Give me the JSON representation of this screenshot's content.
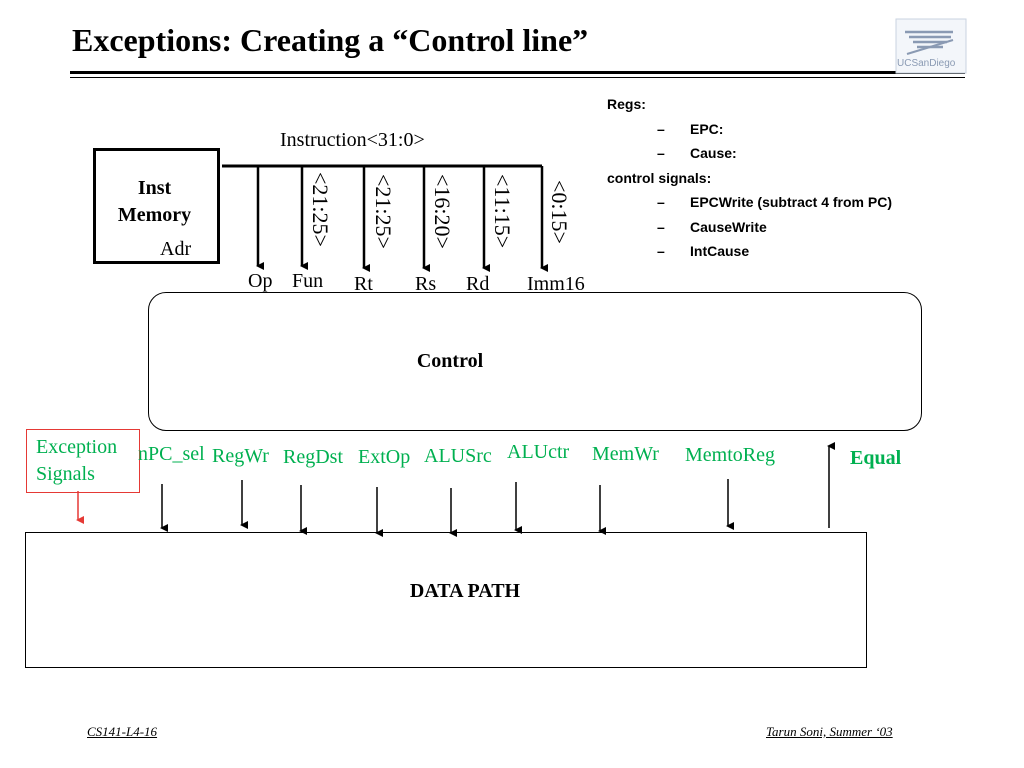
{
  "slide": {
    "title": "Exceptions: Creating a “Control line”",
    "logo_text": "UCSanDiego"
  },
  "notes": {
    "heading1": "Regs:",
    "regs": [
      "EPC:",
      "Cause:"
    ],
    "heading2": "control signals:",
    "signals": [
      "EPCWrite (subtract 4 from PC)",
      "CauseWrite",
      "IntCause"
    ],
    "dash": "–"
  },
  "inst_memory": {
    "label": "Inst\nMemory",
    "adr": "Adr"
  },
  "instruction": {
    "bus_label": "Instruction<31:0>",
    "fields": [
      "<21:25>",
      "<21:25>",
      "<16:20>",
      "<11:15>",
      "<0:15>"
    ],
    "outputs": [
      "Op",
      "Fun",
      "Rt",
      "Rs",
      "Rd",
      "Imm16"
    ]
  },
  "control": {
    "label": "Control"
  },
  "control_signals": [
    "nPC_sel",
    "RegWr",
    "RegDst",
    "ExtOp",
    "ALUSrc",
    "ALUctr",
    "MemWr",
    "MemtoReg"
  ],
  "equal_label": "Equal",
  "exception": {
    "label": "Exception\nSignals"
  },
  "datapath": {
    "label": "DATA PATH"
  },
  "footer": {
    "left": "CS141-L4-16",
    "right": "Tarun Soni, Summer ‘03"
  },
  "colors": {
    "signal_text": "#00b050",
    "exception_box": "#e53935",
    "logo": "#8a9ab3"
  }
}
